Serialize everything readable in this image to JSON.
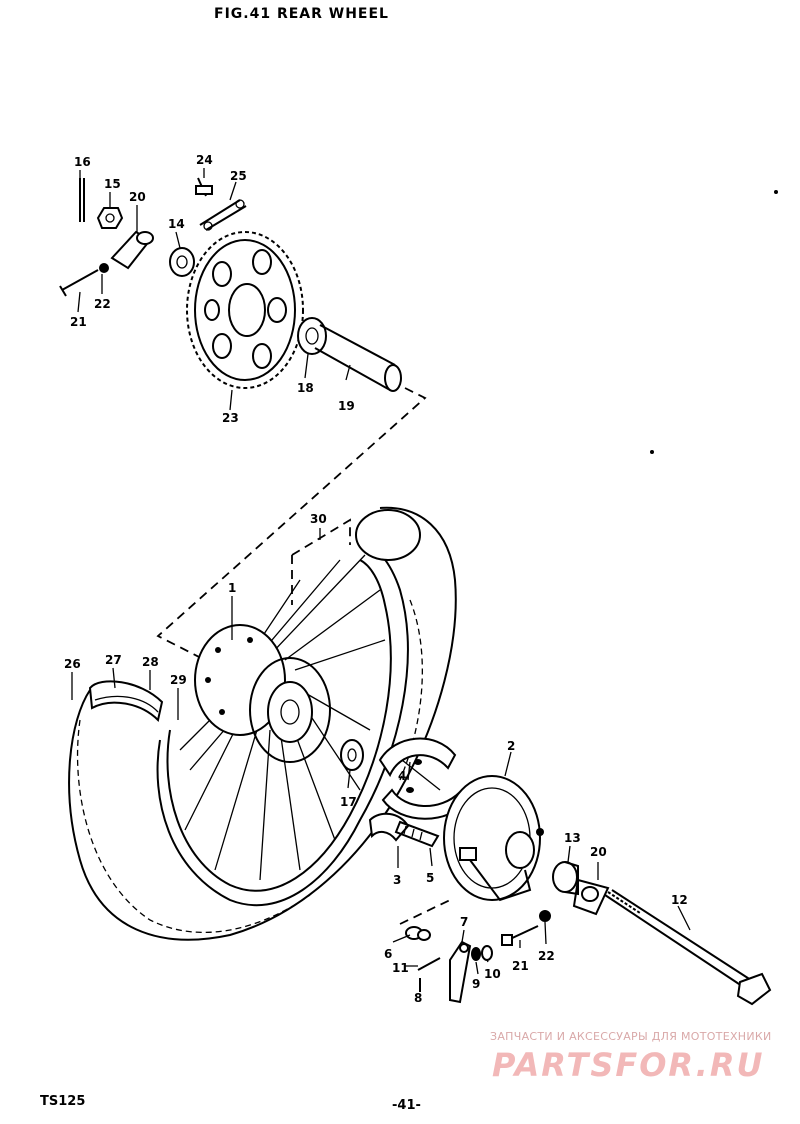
{
  "header": {
    "title": "FIG.41  REAR WHEEL"
  },
  "footer": {
    "model": "TS125",
    "page": "-41-"
  },
  "watermark": {
    "tagline": "ЗАПЧАСТИ И АКСЕССУАРЫ ДЛЯ МОТОТЕХНИКИ",
    "logo": "PARTSFOR.RU",
    "color": "#f2b8b8"
  },
  "callouts": [
    "16",
    "15",
    "20",
    "24",
    "25",
    "14",
    "22",
    "21",
    "18",
    "19",
    "23",
    "30",
    "1",
    "26",
    "27",
    "28",
    "29",
    "17",
    "2",
    "4",
    "3",
    "5",
    "13",
    "20",
    "12",
    "7",
    "6",
    "11",
    "8",
    "9",
    "10",
    "21",
    "22"
  ]
}
